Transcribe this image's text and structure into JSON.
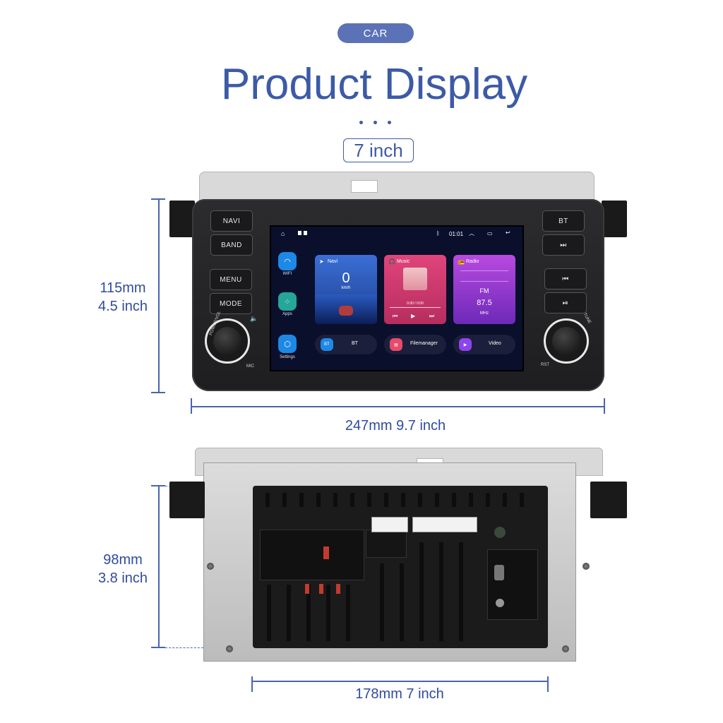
{
  "header": {
    "category_badge": "CAR",
    "title": "Product Display",
    "screen_size": "7 inch"
  },
  "dimensions": {
    "front_height_mm": "115mm",
    "front_height_in": "4.5 inch",
    "front_width": "247mm 9.7 inch",
    "rear_height_mm": "98mm",
    "rear_height_in": "3.8 inch",
    "rear_width": "178mm 7 inch"
  },
  "front_panel": {
    "buttons_left": [
      "NAVI",
      "BAND",
      "MENU",
      "MODE"
    ],
    "buttons_right": [
      "BT",
      "⏭",
      "⏮",
      "⏯"
    ],
    "labels": {
      "power_vol": "POWER/VOL",
      "tune": "TUNE",
      "mic": "MIC",
      "rst": "RST"
    }
  },
  "screen": {
    "time": "01:01",
    "sidebar": [
      {
        "label": "WIFI",
        "icon": "wifi-icon",
        "color": "#1e88e5"
      },
      {
        "label": "Apps",
        "icon": "apps-icon",
        "color": "#26a69a"
      },
      {
        "label": "Settings",
        "icon": "settings-icon",
        "color": "#1e88e5"
      }
    ],
    "cards": {
      "navi": {
        "title": "Navi",
        "speed": "0",
        "unit": "km/h"
      },
      "music": {
        "title": "Music",
        "time": "0:00 / 0:00"
      },
      "radio": {
        "title": "Radio",
        "band": "FM",
        "freq": "87.5",
        "unit": "MHz"
      }
    },
    "shortcuts": [
      {
        "label": "BT",
        "icon": "bluetooth-icon",
        "color": "#1e88e5"
      },
      {
        "label": "Filemanager",
        "icon": "folder-icon",
        "color": "#e84a6b"
      },
      {
        "label": "Video",
        "icon": "video-icon",
        "color": "#8e44ec"
      }
    ]
  }
}
